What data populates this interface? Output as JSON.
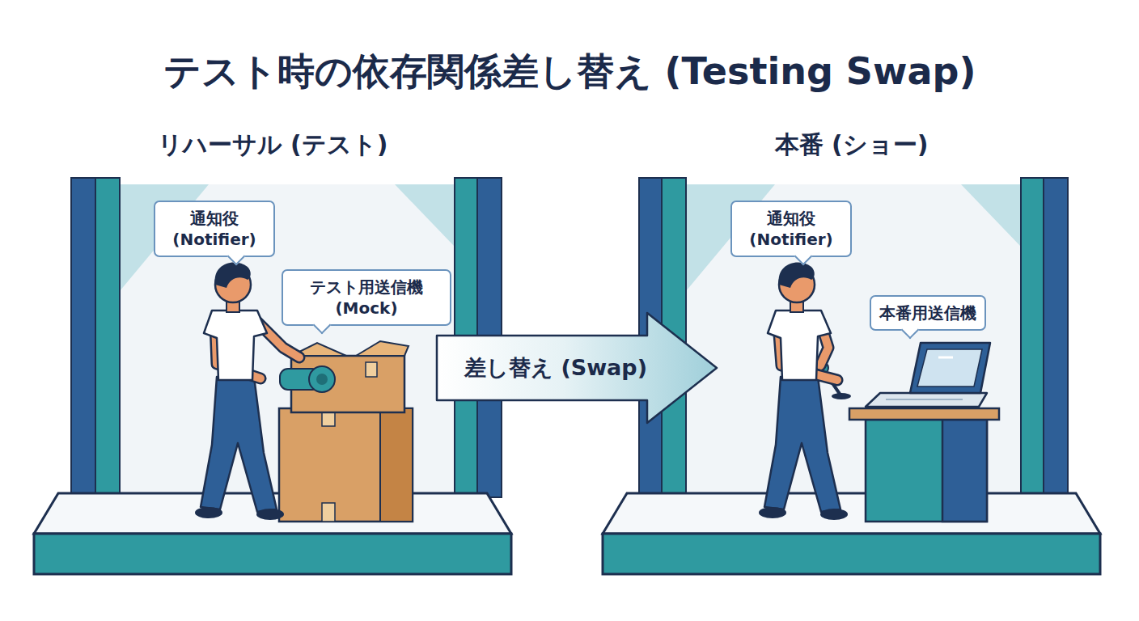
{
  "diagram": {
    "title": "テスト時の依存関係差し替え (Testing Swap)",
    "nodes": [
      {
        "text": [
          "リハーサル (テスト)"
        ]
      },
      {
        "text": [
          "通知役 (Notifier)"
        ],
        "in": 0
      },
      {
        "text": [
          "テスト用送信機 (Mock)"
        ],
        "in": 0
      },
      {
        "text": [
          "差し替え (Swap)"
        ]
      },
      {
        "text": [
          "本番 (ショー)"
        ]
      },
      {
        "text": [
          "通知役 (Notifier)"
        ],
        "in": 4
      },
      {
        "text": [
          "本番用送信機"
        ],
        "in": 4
      }
    ]
  }
}
